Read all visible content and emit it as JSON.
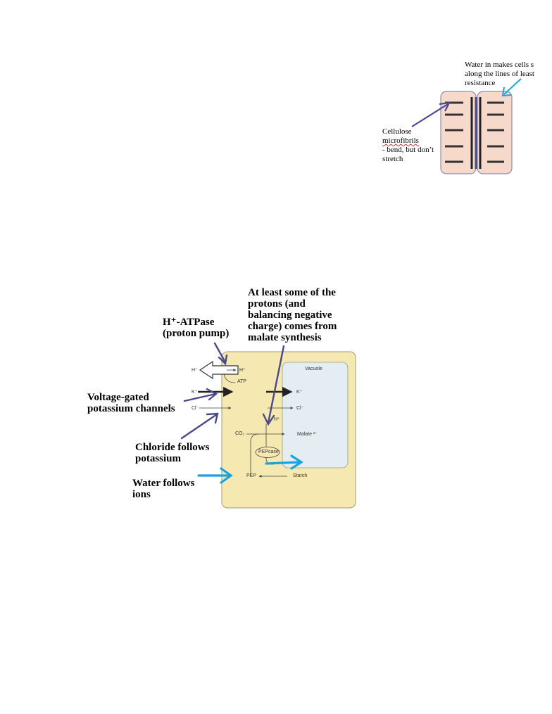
{
  "colors": {
    "cell_fill": "#f6d9cb",
    "cell_border": "#8c8cb0",
    "guard_fill": "#f5e8b0",
    "vacuole_fill": "#e4eef2",
    "arrow_purple": "#4a4a8a",
    "arrow_cyan": "#1aa4de"
  },
  "top_diagram": {
    "water_note": [
      "Water in makes cells s",
      "along the lines of least",
      "resistance"
    ],
    "cellulose_note": [
      "Cellulose",
      "microfibrils",
      "- bend, but don’t",
      "stretch"
    ]
  },
  "bottom_diagram": {
    "malate_note": [
      "At least some of the",
      "protons (and",
      "balancing negative",
      "charge) comes from",
      "malate synthesis"
    ],
    "atpase_label": [
      "H⁺-ATPase",
      "(proton pump)"
    ],
    "voltage_label": [
      "Voltage-gated",
      "potassium channels"
    ],
    "chloride_label": [
      "Chloride follows",
      "potassium"
    ],
    "water_label": [
      "Water follows",
      "ions"
    ],
    "cell": {
      "vacuole": "Vacuole",
      "h_out": "H⁺",
      "h_in": "H⁺",
      "atp": "ATP",
      "k_out": "K⁺",
      "k_vac": "K⁺",
      "cl_out": "Cl⁻",
      "cl_vac": "Cl⁻",
      "h_small": "H⁺",
      "co2": "CO₂",
      "malate": "Malate ²⁻",
      "pepcase": "PEPcase",
      "pep": "PEP",
      "starch": "Starch"
    }
  }
}
